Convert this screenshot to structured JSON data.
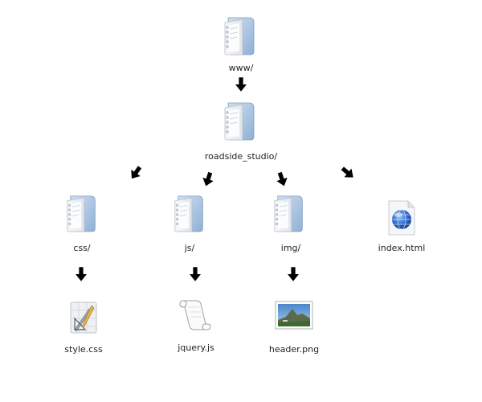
{
  "tree": {
    "root": {
      "label": "www/",
      "icon": "folder-icon"
    },
    "project": {
      "label": "roadside_studio/",
      "icon": "folder-icon"
    },
    "children": [
      {
        "label": "css/",
        "icon": "folder-icon"
      },
      {
        "label": "js/",
        "icon": "folder-icon"
      },
      {
        "label": "img/",
        "icon": "folder-icon"
      },
      {
        "label": "index.html",
        "icon": "web-document-icon"
      }
    ],
    "files": [
      {
        "label": "style.css",
        "icon": "stylesheet-icon"
      },
      {
        "label": "jquery.js",
        "icon": "script-scroll-icon"
      },
      {
        "label": "header.png",
        "icon": "image-file-icon"
      }
    ]
  },
  "colors": {
    "arrow": "#000000",
    "folder_front": "#eef1f5",
    "folder_back": "#a9c3de",
    "globe": "#2f66c9"
  }
}
